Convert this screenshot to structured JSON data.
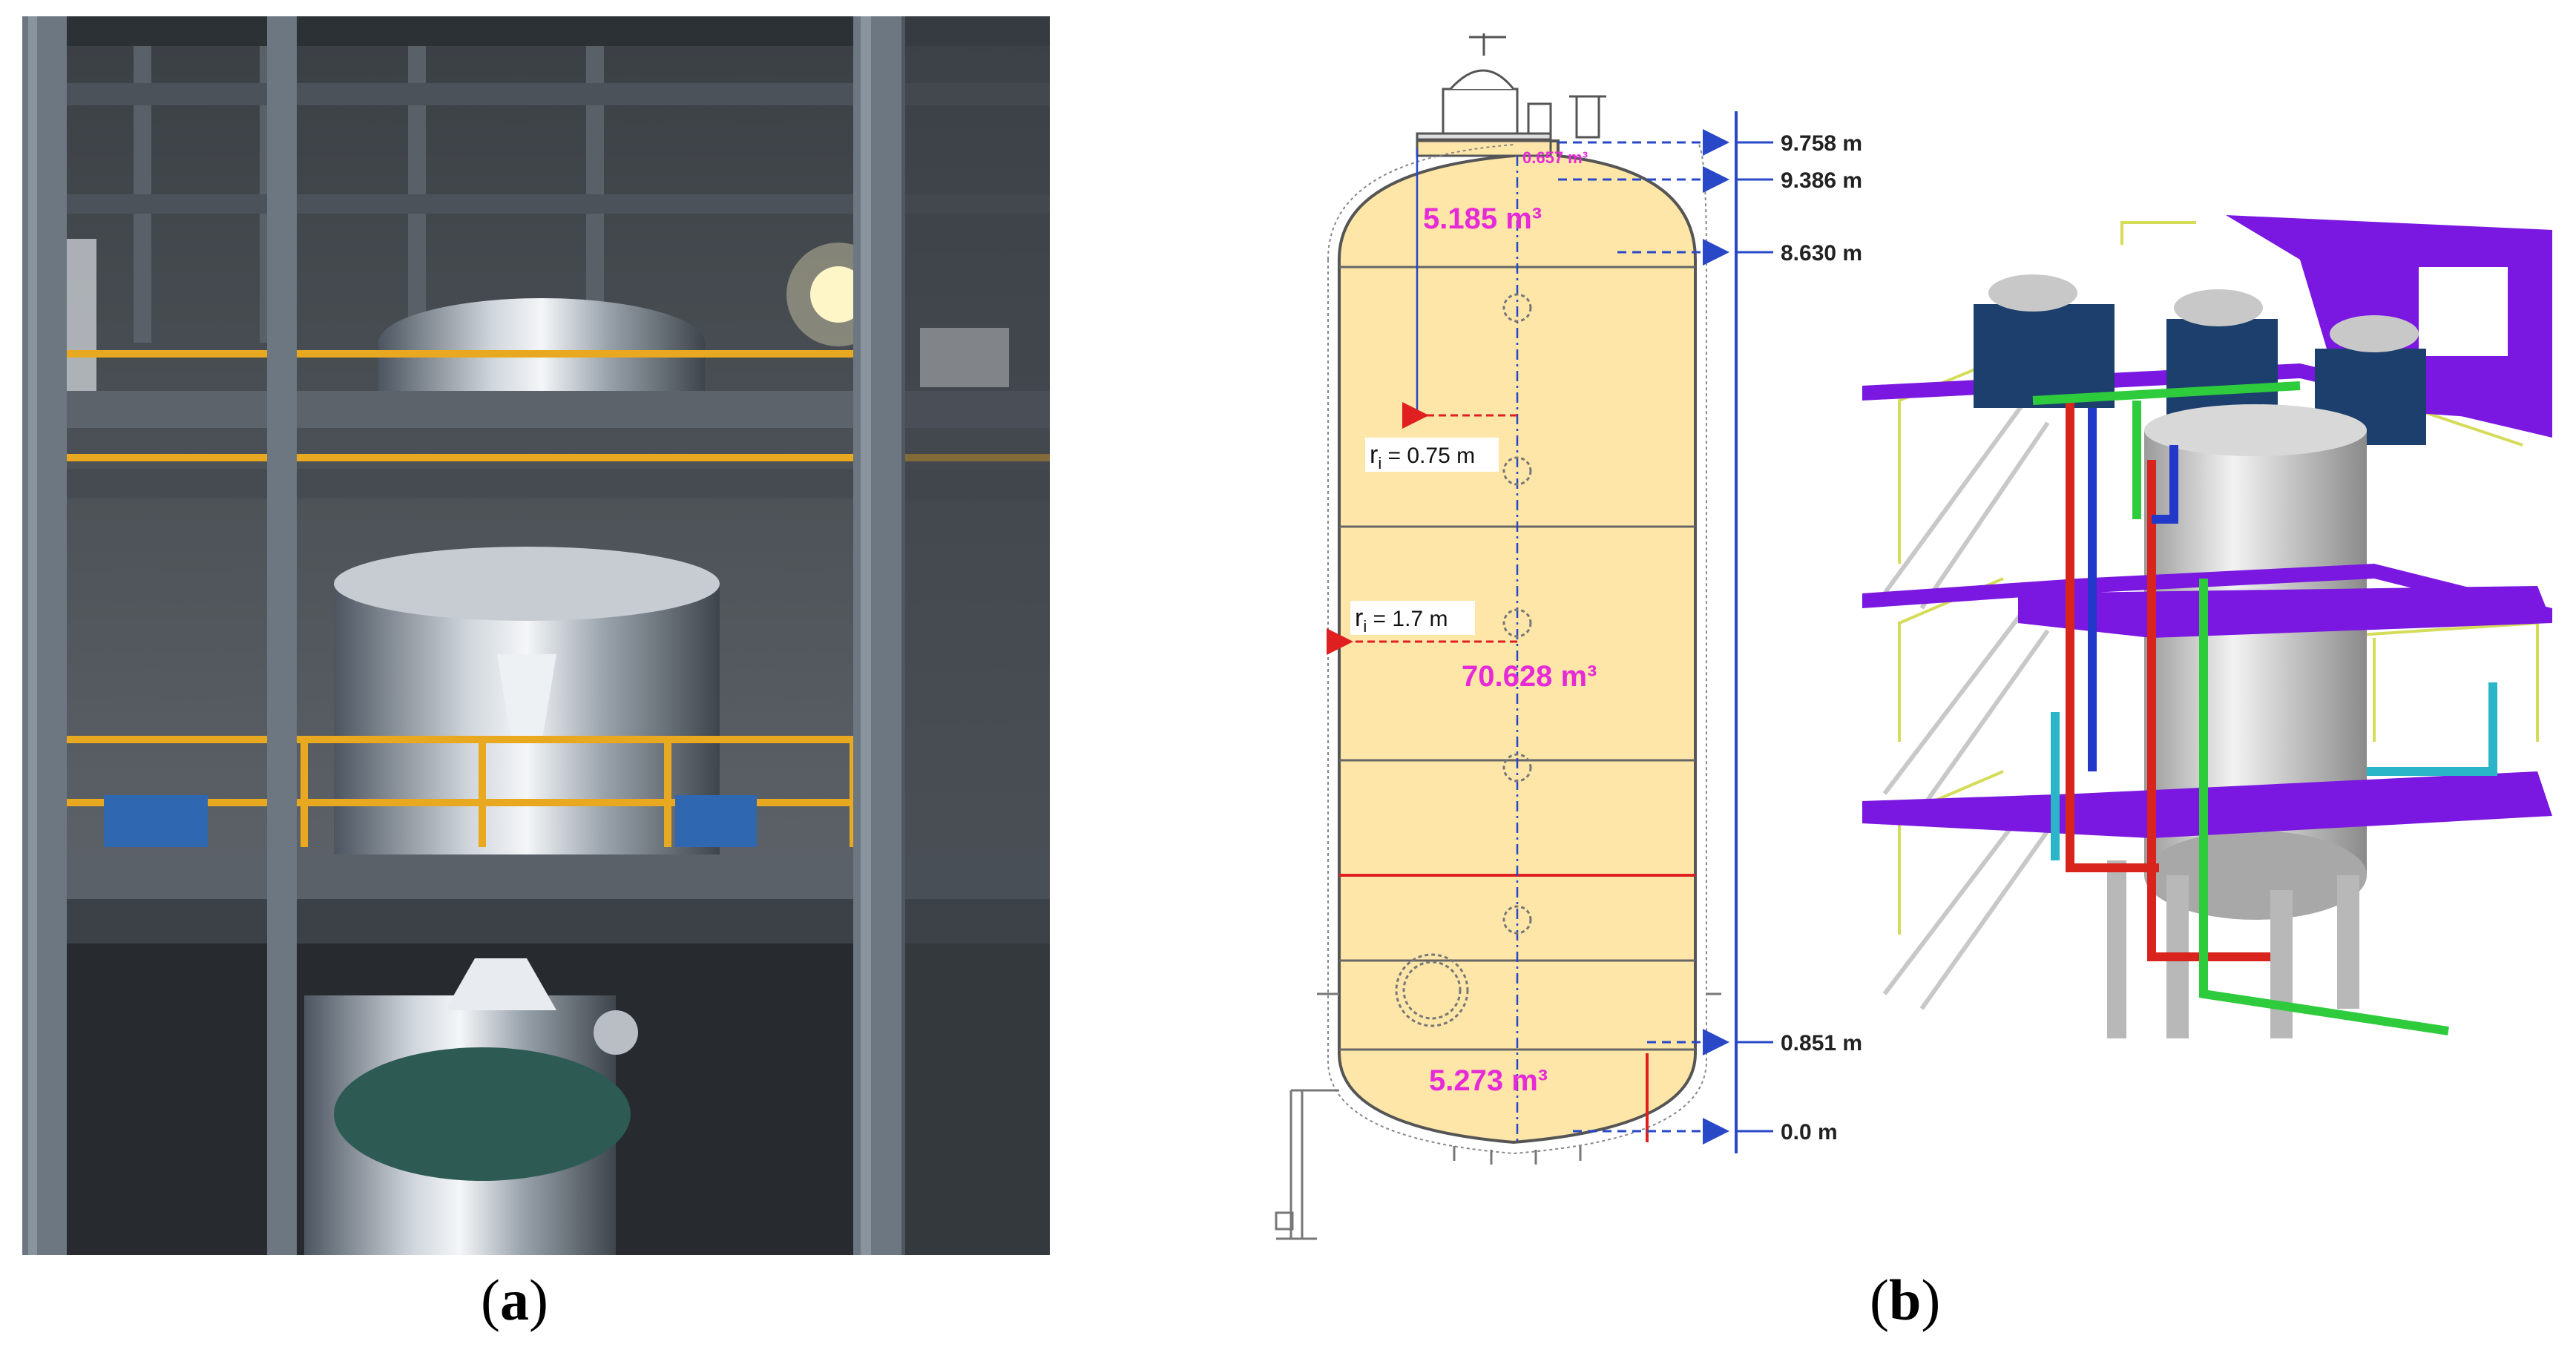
{
  "captions": {
    "a": {
      "open": "(",
      "letter": "a",
      "close": ")"
    },
    "b": {
      "open": "(",
      "letter": "b",
      "close": ")"
    }
  },
  "photo": {
    "description_icon": "industrial-plant-photo"
  },
  "vessel": {
    "volumes": {
      "top_small": "0.657 m³",
      "top_head": "5.185 m³",
      "shell": "70.628 m³",
      "bottom_head": "5.273 m³"
    },
    "radii": {
      "upper": "r",
      "upper_sub": "i",
      "upper_value": " = 0.75 m",
      "lower": "r",
      "lower_sub": "i",
      "lower_value": " = 1.7 m"
    },
    "levels": [
      {
        "label": "9.758 m",
        "value": 9.758
      },
      {
        "label": "9.386 m",
        "value": 9.386
      },
      {
        "label": "8.630 m",
        "value": 8.63
      },
      {
        "label": "0.851 m",
        "value": 0.851
      },
      {
        "label": "0.0 m",
        "value": 0.0
      }
    ],
    "colors": {
      "fill": "#fde6a8",
      "volume_text": "#e62ad8",
      "arrow": "#e02020",
      "axis": "#2848c8"
    }
  },
  "model3d": {
    "colors": {
      "platform": "#7a17e0",
      "railing": "#d4dc5a",
      "tank": "#c8c8c8",
      "box": "#1d3f6e",
      "pipe_red": "#d8241c",
      "pipe_blue": "#2238c8",
      "pipe_green": "#2ecc3c",
      "pipe_cyan": "#2ab5c8"
    }
  }
}
